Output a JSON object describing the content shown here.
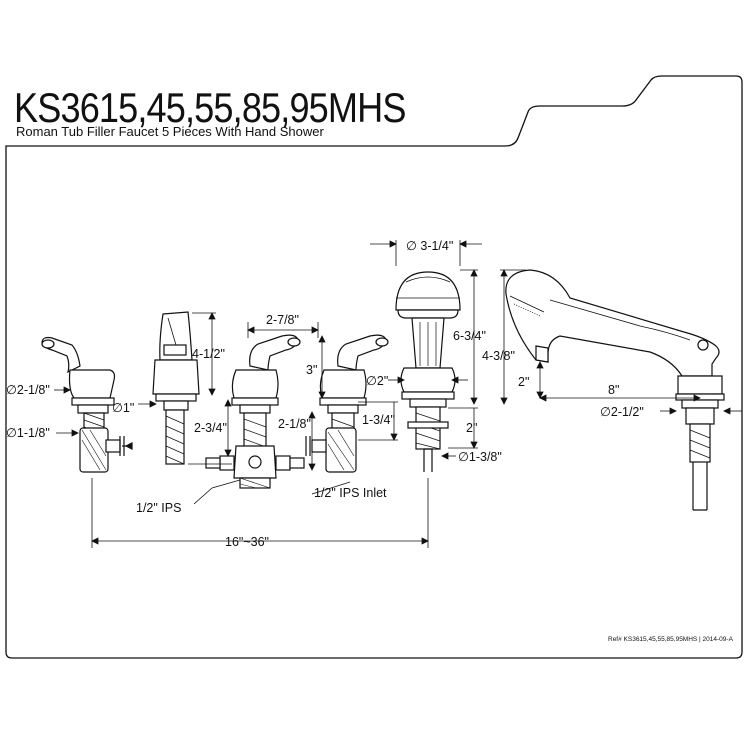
{
  "header": {
    "model": "KS3615,45,55,85,95MHS",
    "description": "Roman Tub Filler Faucet 5 Pieces With Hand Shower"
  },
  "footer": {
    "reference": "Ref# KS3615,45,55,85,95MHS | 2014-09-A"
  },
  "dimensions": {
    "handle_diameter": "∅2-1/8\"",
    "valve_diameter": "∅1-1/8\"",
    "spout_height": "4-1/2\"",
    "spout_shank_diameter": "∅1\"",
    "shank_length": "2-3/4\"",
    "handle_spacing": "2-7/8\"",
    "handle_height": "3\"",
    "valve_offset": "2-1/8\"",
    "handle_shank": "1-3/4\"",
    "ips": "1/2\" IPS",
    "ips_inlet": "1/2\" IPS Inlet",
    "overall_spread": "16\"~36\"",
    "shower_head_diameter": "∅ 3-1/4\"",
    "shower_holder_height": "6-3/4\"",
    "shower_holder_diameter": "∅2\"",
    "shower_shank_length": "2\"",
    "shower_shank_diameter": "∅1-3/8\"",
    "hand_shower_height": "4-3/8\"",
    "hand_shower_spout": "2\"",
    "hand_shower_length": "8\"",
    "hand_shower_base": "∅2-1/2\""
  },
  "colors": {
    "line": "#111111",
    "background": "#ffffff"
  }
}
